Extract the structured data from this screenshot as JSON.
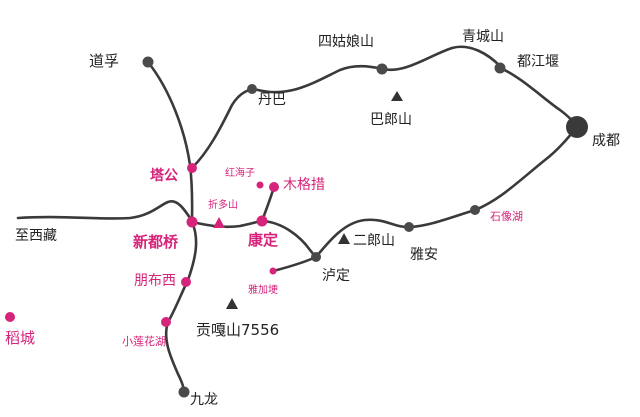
{
  "colors": {
    "road": "#3a3a3a",
    "town": "#4a4a4a",
    "highlight": "#d6247a",
    "label": "#222222",
    "background": "#ffffff"
  },
  "places": {
    "daofu": "道孚",
    "siguniang": "四姑娘山",
    "qingcheng": "青城山",
    "dujiangyan": "都江堰",
    "danba": "丹巴",
    "balang": "巴郎山",
    "chengdu": "成都",
    "tagong": "塔公",
    "honghaizi": "红海子",
    "mugecuo": "木格措",
    "zheduo": "折多山",
    "xizang": "至西藏",
    "xinduqiao": "新都桥",
    "kangding": "康定",
    "erlang": "二郎山",
    "shixiang": "石像湖",
    "yaan": "雅安",
    "luding": "泸定",
    "yajiageng": "雅加埂",
    "pengbuxi": "朋布西",
    "gongga": "贡嘎山7556",
    "daocheng": "稻城",
    "xiaolianhua": "小莲花湖",
    "jiulong": "九龙"
  }
}
